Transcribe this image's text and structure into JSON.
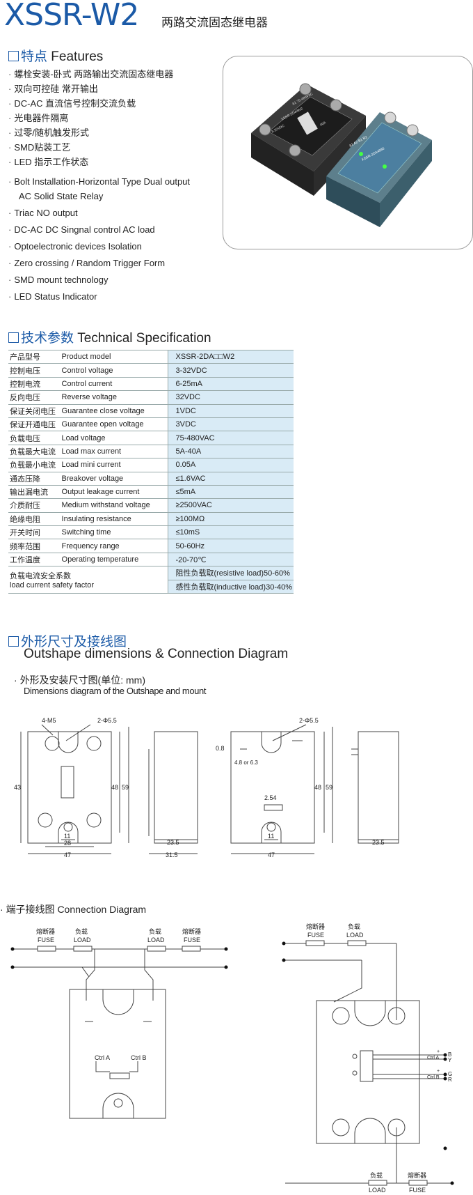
{
  "header": {
    "model": "XSSR-W2",
    "subtitle_cn": "两路交流固态继电器"
  },
  "features": {
    "heading_cn": "特点",
    "heading_en": "Features",
    "items_cn": [
      "螺栓安装-卧式  两路输出交流固态继电器",
      "双向可控硅 常开输出",
      "DC-AC 直流信号控制交流负载",
      "光电器件隔离",
      "过零/随机触发形式",
      "SMD贴装工艺",
      "LED 指示工作状态"
    ],
    "items_en": [
      "Bolt Installation-Horizontal Type   Dual output",
      "AC Solid State Relay",
      "Triac NO output",
      "DC-AC DC Singnal control AC load",
      "Optoelectronic devices Isolation",
      "Zero crossing / Random Trigger Form",
      "SMD mount technology",
      "LED Status Indicator"
    ]
  },
  "photo": {
    "black_label_top": "A1 75-480VAC",
    "black_label_code": "XSSR-2D40W2",
    "black_label_mid": "40A",
    "black_ctrl": "3-32VDC",
    "blue_label_top": "A1   A2           B1   B2",
    "blue_code": "XSSR-2DA4880"
  },
  "spec": {
    "heading_cn": "技术参数",
    "heading_en": "Technical Specification",
    "rows": [
      {
        "cn": "产品型号",
        "en": "Product model",
        "val": "XSSR-2DA□□W2"
      },
      {
        "cn": "控制电压",
        "en": "Control voltage",
        "val": "3-32VDC"
      },
      {
        "cn": "控制电流",
        "en": "Control current",
        "val": "6-25mA"
      },
      {
        "cn": "反向电压",
        "en": "Reverse voltage",
        "val": "32VDC"
      },
      {
        "cn": "保证关闭电压",
        "en": "Guarantee close voltage",
        "val": "1VDC"
      },
      {
        "cn": "保证开通电压",
        "en": "Guarantee open voltage",
        "val": "3VDC"
      },
      {
        "cn": "负载电压",
        "en": "Load voltage",
        "val": "75-480VAC"
      },
      {
        "cn": "负载最大电流",
        "en": "Load max current",
        "val": "5A-40A"
      },
      {
        "cn": "负载最小电流",
        "en": "Load mini current",
        "val": "0.05A"
      },
      {
        "cn": "通态压降",
        "en": "Breakover voltage",
        "val": "≤1.6VAC"
      },
      {
        "cn": "输出漏电流",
        "en": "Output leakage current",
        "val": "≤5mA"
      },
      {
        "cn": "介质耐压",
        "en": "Medium withstand voltage",
        "val": "≥2500VAC"
      },
      {
        "cn": "绝缘电阻",
        "en": "Insulating resistance",
        "val": "≥100MΩ"
      },
      {
        "cn": "开关时间",
        "en": "Switching time",
        "val": "≤10mS"
      },
      {
        "cn": "频率范围",
        "en": "Frequency range",
        "val": "50-60Hz"
      },
      {
        "cn": "工作温度",
        "en": "Operating temperature",
        "val": "-20-70℃"
      }
    ],
    "safety_cn": "负载电流安全系数",
    "safety_en": "load current safety factor",
    "safety_val1": "阻性负载取(resistive load)50-60%",
    "safety_val2": "感性负载取(inductive load)30-40%"
  },
  "outline": {
    "heading_cn": "外形尺寸及接线图",
    "heading_en": "Outshape dimensions & Connection Diagram",
    "dim_title_cn": "外形及安装尺寸图(单位: mm)",
    "dim_title_en": "Dimensions diagram of the Outshape and mount",
    "labels": {
      "m5": "4-M5",
      "hole": "2-Φ5.5",
      "h43": "43",
      "h48": "48",
      "h59": "59",
      "w11": "11",
      "w28": "28",
      "w47": "47",
      "w235": "23.5",
      "w315": "31.5",
      "d08": "0.8",
      "d48": "4.8 or 6.3",
      "p254": "2.54"
    },
    "conn_title": "端子接线图 Connection Diagram",
    "fuse_cn": "熔断器",
    "fuse_en": "FUSE",
    "load_cn": "负载",
    "load_en": "LOAD",
    "ctrl_a": "Ctrl A",
    "ctrl_b": "Ctrl B",
    "plus": "+",
    "minus": "-",
    "pin_b": "B",
    "pin_y": "Y",
    "pin_g": "G",
    "pin_r": "R"
  }
}
